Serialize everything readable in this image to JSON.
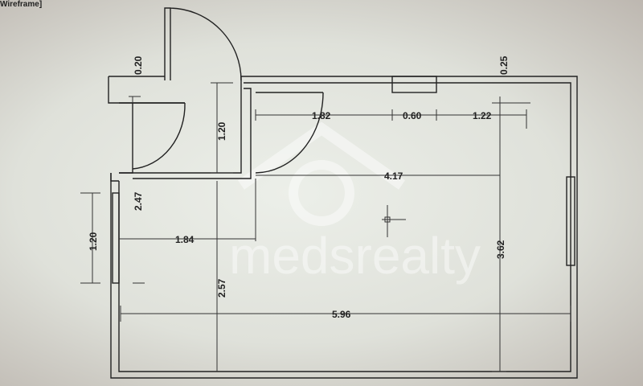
{
  "viewport_label": "Wireframe]",
  "watermark": "medsrealty",
  "dimensions": {
    "d020": "0.20",
    "d025": "0.25",
    "d182": "1.82",
    "d060": "0.60",
    "d122": "1.22",
    "d120a": "1.20",
    "d417": "4.17",
    "d247": "2.47",
    "d120b": "1.20",
    "d184": "1.84",
    "d257": "2.57",
    "d362": "3.62",
    "d596": "5.96"
  }
}
